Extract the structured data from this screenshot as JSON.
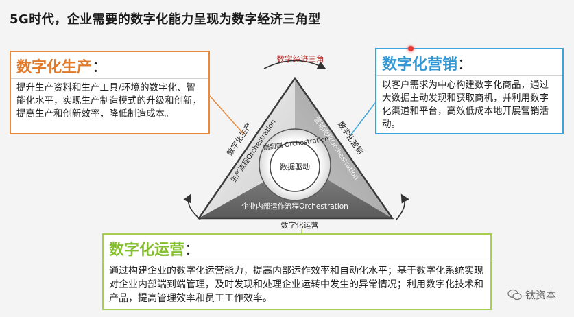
{
  "title": "5G时代，企业需要的数字化能力呈现为数字经济三角型",
  "production": {
    "heading": "数字化生产",
    "colon": "：",
    "body": "提升生产资料和生产工具/环境的数字化、智能化水平，实现生产制造模式的升级和创新，提高生产和创新效率，降低制造成本。"
  },
  "marketing": {
    "heading": "数字化营销",
    "colon": "：",
    "body": "以客户需求为中心构建数字化商品，通过大数据主动发现和获取商机，并利用数字化渠道和平台，高效低成本地开展营销活动。"
  },
  "operations": {
    "heading": "数字化运营",
    "colon": "：",
    "body": "通过构建企业的数字化运营能力，提高内部运作效率和自动化水平；基于数字化系统实现对企业内部端到端管理，及时发现和处理企业运转中发生的异常情况；利用数字化技术和产品，提高管理效率和员工工作效率。"
  },
  "triangle": {
    "top_label": "数字经济三角",
    "left_outer": "数字化生产",
    "left_inner": "生产流程Orchestration",
    "right_outer": "数字化营销",
    "right_inner": "营销流程Orchestration",
    "bottom_inner": "企业内部运作流程Orchestration",
    "bottom_outer": "数字化运营",
    "ring_label": "端到端 Orchestration",
    "center_label": "数据驱动"
  },
  "watermark": "钛资本",
  "colors": {
    "production": "#e8893b",
    "marketing": "#3da4d9",
    "operations": "#a6cf4d",
    "top_label": "#b02a2a"
  }
}
